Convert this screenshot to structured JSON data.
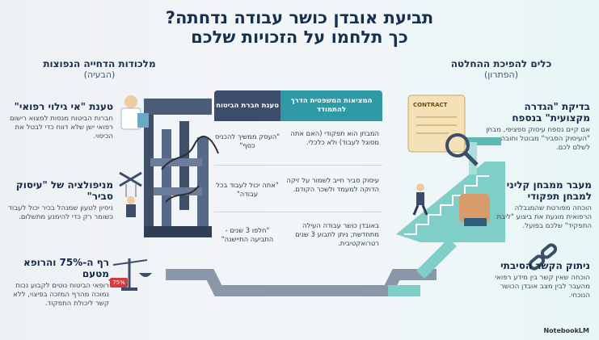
{
  "title": {
    "line1": "תביעת אובדן כושר עבודה נדחתה?",
    "line2": "כך תלחמו על הזכויות שלכם"
  },
  "left_column": {
    "heading": "מלכודות הדחייה הנפוצות",
    "subheading": "(הבעיה)",
    "items": [
      {
        "title": "טענת \"אי גילוי רפואי\"",
        "desc": "חברות הביטוח מנסות למצוא רישום רפואי ישן שלא דווח כדי לבטל את הכיסוי."
      },
      {
        "title": "מניפולציה של \"עיסוק סביר\"",
        "desc": "ניסיון לטעון שמנהל בכיר יכול לעבוד כשומר רק כדי להימנע מתשלום."
      },
      {
        "title": "רף ה-75% והרופא מטעם",
        "desc": "רופאי הביטוח נוטים לקבוע נכות נמוכה מהרף המזכה בפיצוי, ללא קשר ליכולת התפקוד."
      }
    ],
    "scale_badge": "75%"
  },
  "right_column": {
    "heading": "כלים להפיכת ההחלטה",
    "subheading": "(הפתרון)",
    "items": [
      {
        "title": "בדיקת \"הגדרה מקצועית\" בנספח",
        "desc": "אם קיים נספח עיסוק ספציפי, מבחן \"העיסוק הסביר\" מבוטל וחובה לשלם לכם."
      },
      {
        "title": "מעבר ממבחן קליני למבחן תפקודי",
        "desc": "הוכחה מפורטת שהמגבלה הרפואית מונעת את ביצוע \"ליבת התפקיד\" שלכם בפועל."
      },
      {
        "title": "ניתוק הקשר הסיבתי",
        "desc": "הוכחה שאין קשר בין מידע רפואי מהעבר לבין מצב אובדן הכושר הנוכחי."
      }
    ],
    "contract_label": "CONTRACT"
  },
  "table": {
    "header_left": "טענת חברת הביטוח",
    "header_right": "המציאות המשפטית הדרך להתמודד",
    "rows": [
      {
        "left": "\"העסק ממשיך להכניס כסף\"",
        "right": "המבחן הוא תפקודי (האם אתה מסוגל לעבוד) ולא כלכלי."
      },
      {
        "left": "\"אתה יכול לעבוד בכל עבודה\"",
        "right": "עיסוק סביר חייב לשמור על זיקה הדוקה למעמד ולשכר הקודם."
      },
      {
        "left": "\"חלפו 3 שנים - התביעה התיישנה\"",
        "right": "באובדן כושר עבודה העילה מתחדשת; ניתן לתבוע 3 שנים רטרואקטיבית."
      }
    ]
  },
  "brand": "NotebookLM"
}
